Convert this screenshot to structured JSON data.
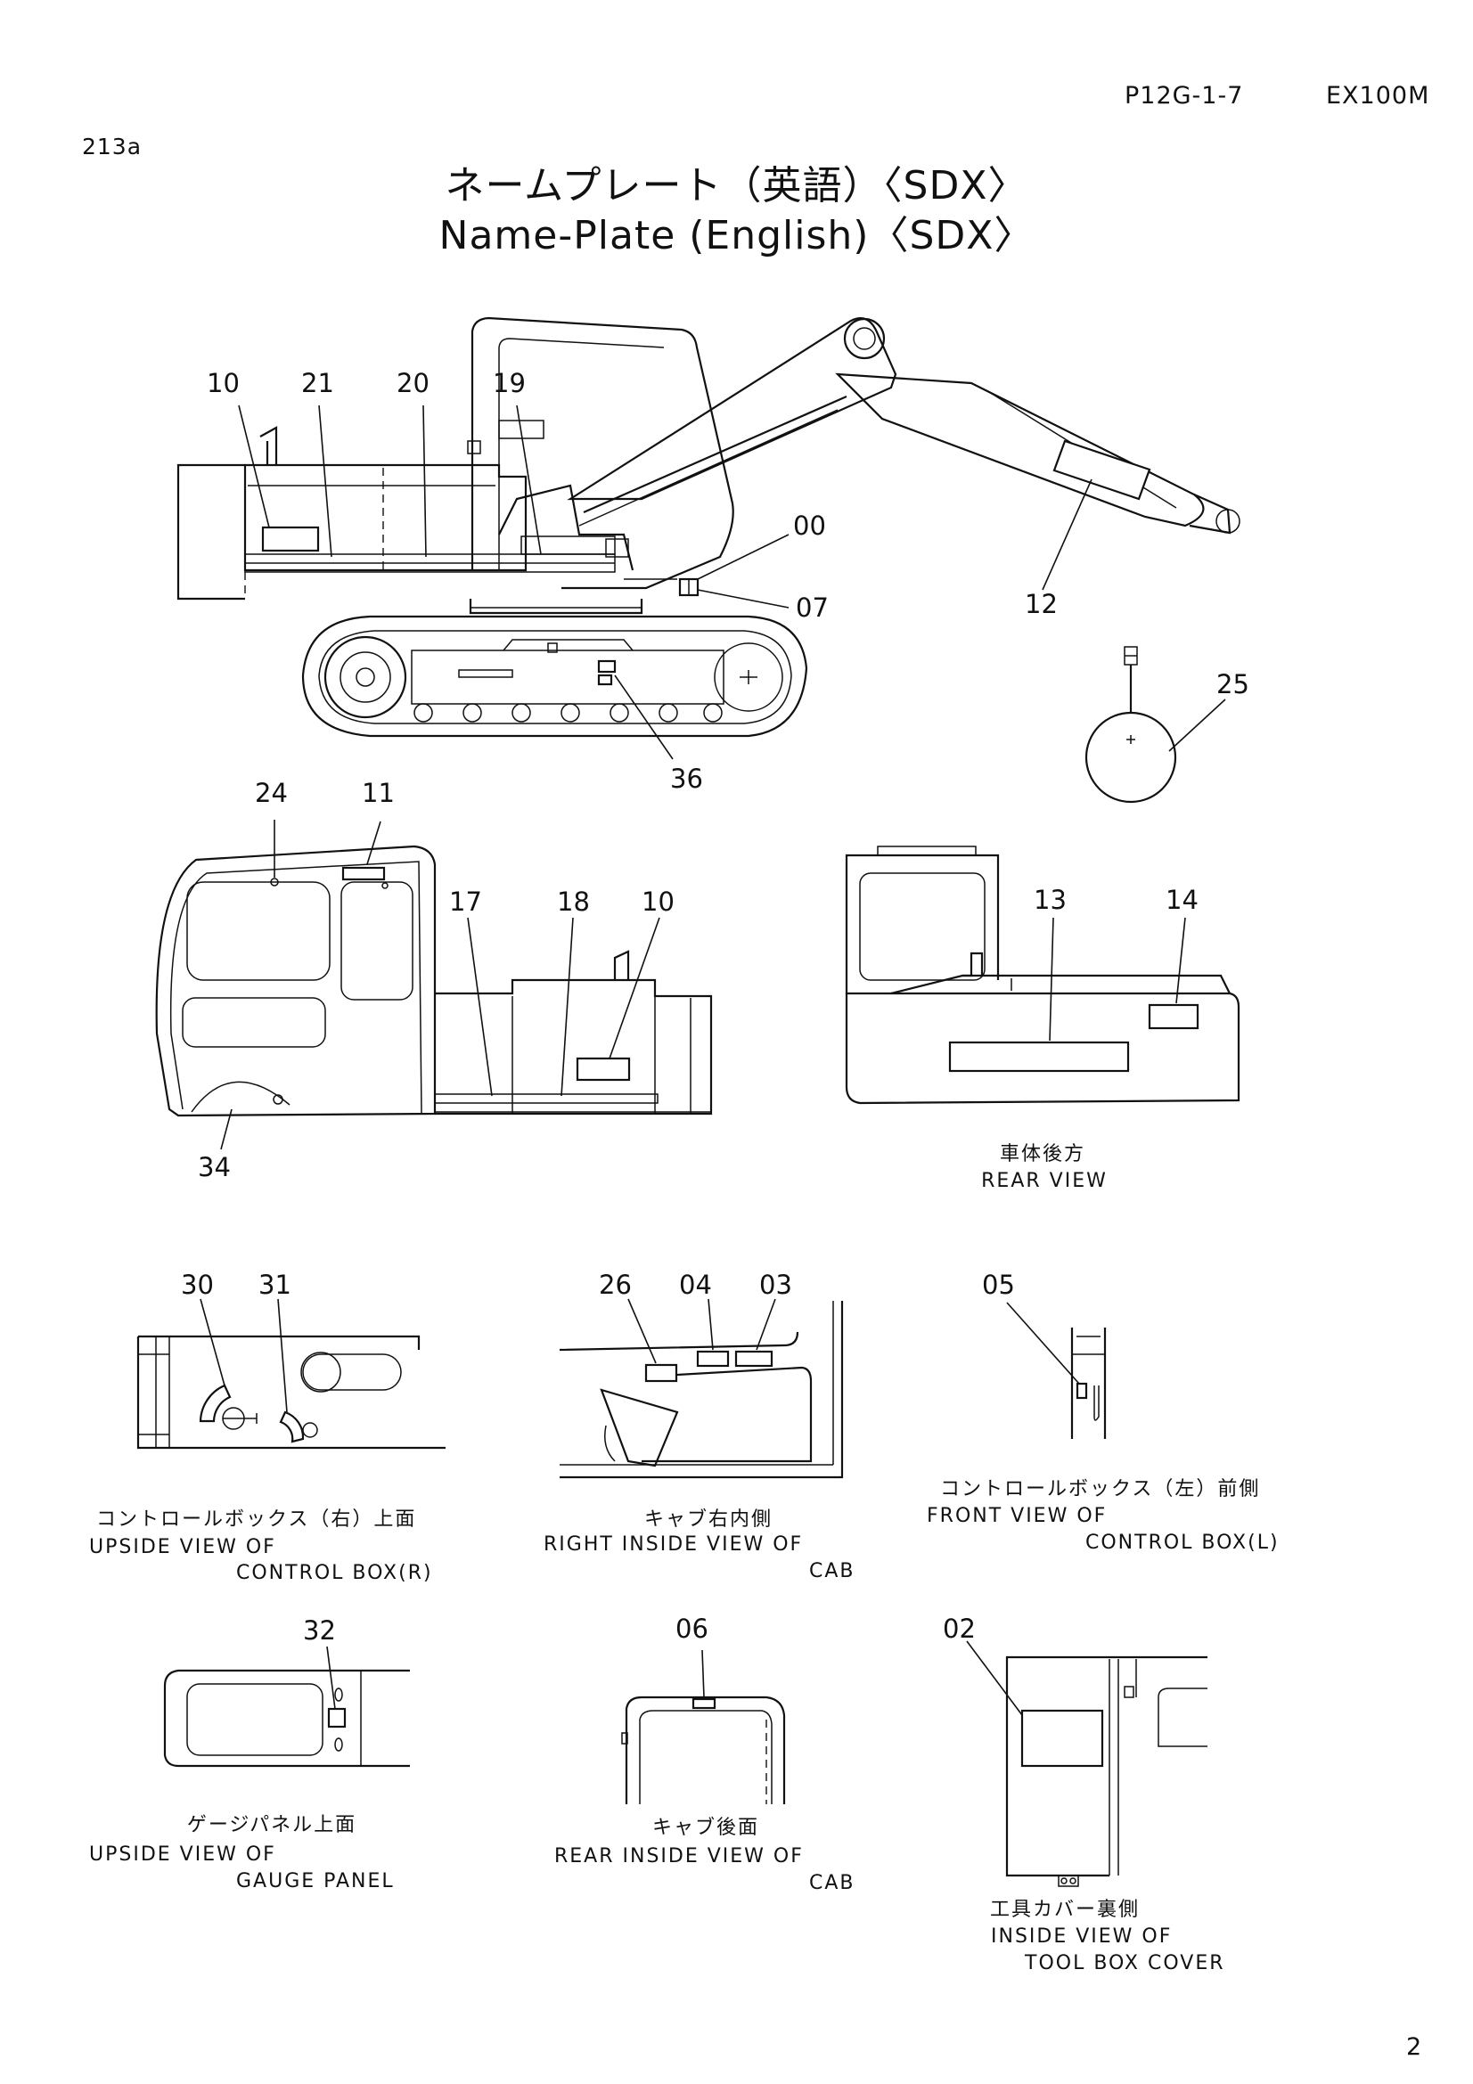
{
  "header": {
    "page_code": "P12G-1-7",
    "model": "EX100M",
    "sheet_ref": "213a",
    "page_no": "2"
  },
  "title": {
    "japanese": "ネームプレート（英語）〈SDX〉",
    "english": "Name-Plate (English)〈SDX〉"
  },
  "callouts": {
    "side_10": "10",
    "side_21": "21",
    "side_20": "20",
    "side_19": "19",
    "side_00": "00",
    "side_07": "07",
    "side_12": "12",
    "side_36": "36",
    "side_25": "25",
    "cab_24": "24",
    "cab_11": "11",
    "cab_17": "17",
    "cab_18": "18",
    "cab_10": "10",
    "cab_34": "34",
    "rear_13": "13",
    "rear_14": "14",
    "cbr_30": "30",
    "cbr_31": "31",
    "rcab_26": "26",
    "rcab_04": "04",
    "rcab_03": "03",
    "cbl_05": "05",
    "gp_32": "32",
    "rearcab_06": "06",
    "tool_02": "02"
  },
  "captions": {
    "rear_jp": "車体後方",
    "rear_en": "REAR VIEW",
    "cbr_jp": "コントロールボックス（右）上面",
    "cbr_en1": "UPSIDE VIEW OF",
    "cbr_en2": "CONTROL BOX(R)",
    "rcab_jp": "キャブ右内側",
    "rcab_en1": "RIGHT INSIDE VIEW OF",
    "rcab_en2": "CAB",
    "cbl_jp": "コントロールボックス（左）前側",
    "cbl_en1": "FRONT VIEW OF",
    "cbl_en2": "CONTROL BOX(L)",
    "gp_jp": "ゲージパネル上面",
    "gp_en1": "UPSIDE VIEW OF",
    "gp_en2": "GAUGE PANEL",
    "rearcab_jp": "キャブ後面",
    "rearcab_en1": "REAR INSIDE VIEW OF",
    "rearcab_en2": "CAB",
    "tool_jp": "工具カバー裏側",
    "tool_en1": "INSIDE VIEW OF",
    "tool_en2": "TOOL BOX COVER"
  }
}
